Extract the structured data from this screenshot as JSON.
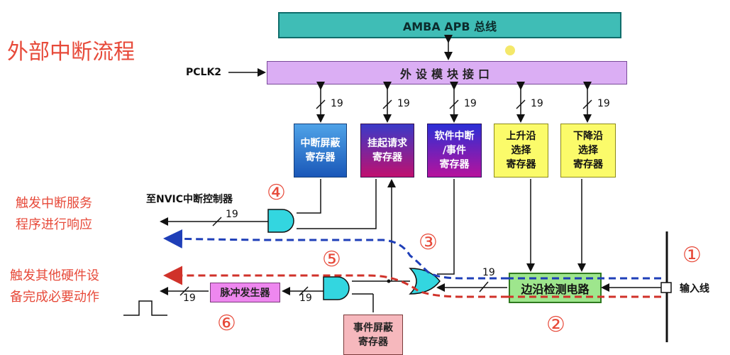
{
  "title": "外部中断流程",
  "bus": "AMBA APB 总线",
  "peripheral_interface": "外设模块接口",
  "pclk": "PCLK2",
  "bus_width": "19",
  "registers": {
    "int_mask": "中断屏蔽\n寄存器",
    "pending": "挂起请求\n寄存器",
    "sw_int": "软件中断\n/事件\n寄存器",
    "rising": "上升沿\n选择\n寄存器",
    "falling": "下降沿\n选择\n寄存器",
    "event_mask": "事件屏蔽\n寄存器"
  },
  "pulse_generator": "脉冲发生器",
  "edge_detect": "边沿检测电路",
  "to_nvic": "至NVIC中断控制器",
  "input_line": "输入线",
  "notes": {
    "interrupt_path": "触发中断服务\n程序进行响应",
    "event_path": "触发其他硬件设\n备完成必要动作"
  },
  "step_markers": [
    "①",
    "②",
    "③",
    "④",
    "⑤",
    "⑥"
  ],
  "colors": {
    "interrupt_path": "#1f3fb8",
    "event_path": "#d0322a"
  }
}
